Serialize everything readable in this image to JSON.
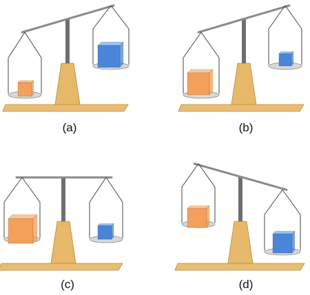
{
  "colors": {
    "background": "#ffffff",
    "base_wood": "#e8bd73",
    "base_wood_edge": "#b98a3c",
    "stand_wood": "#e6b86a",
    "pole": "#6f6f6f",
    "beam": "#8a8a8a",
    "beam_light": "#c8c8c8",
    "string": "#444444",
    "pan": "#d8d8d8",
    "orange_cube": "#f5a05a",
    "orange_cube_top": "#fbc79a",
    "blue_cube": "#4a86d8",
    "blue_cube_top": "#9cc2f0"
  },
  "panels": [
    {
      "id": "a",
      "caption": "(a)",
      "beam_tilt": "left-down",
      "left_object": "small-orange-cube",
      "right_object": "large-blue-cube"
    },
    {
      "id": "b",
      "caption": "(b)",
      "beam_tilt": "left-down",
      "left_object": "large-orange-cube",
      "right_object": "small-blue-cube"
    },
    {
      "id": "c",
      "caption": "(c)",
      "beam_tilt": "level",
      "left_object": "large-orange-cube",
      "right_object": "small-blue-cube"
    },
    {
      "id": "d",
      "caption": "(d)",
      "beam_tilt": "right-down",
      "left_object": "medium-orange-cube",
      "right_object": "medium-blue-cube"
    }
  ]
}
